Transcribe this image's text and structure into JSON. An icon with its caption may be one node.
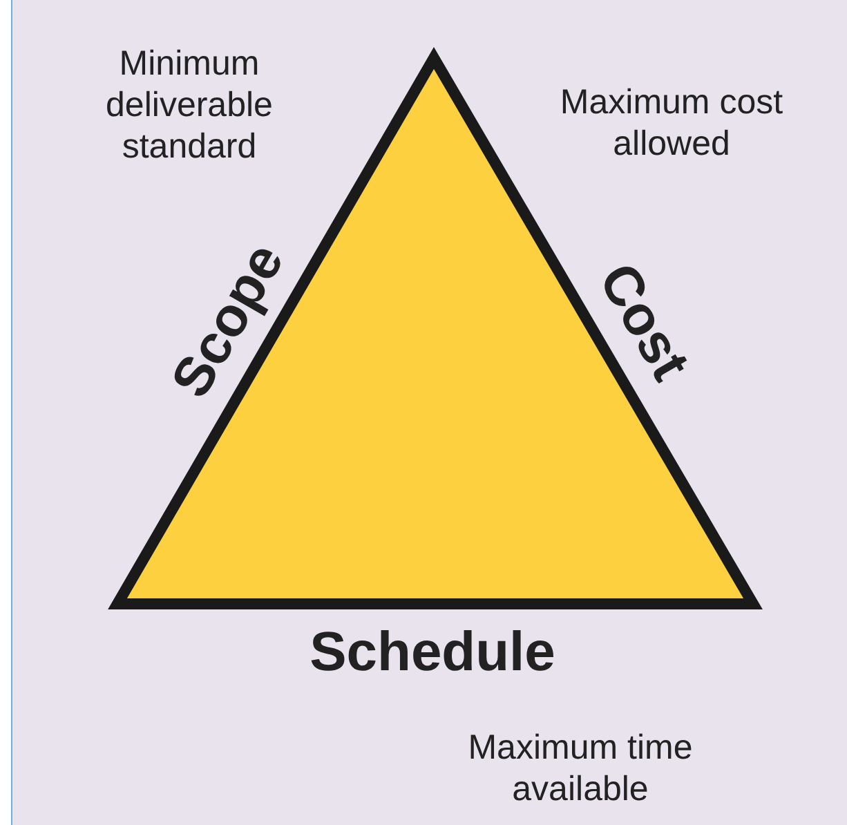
{
  "diagram": {
    "labels": [
      "Minimum deliverable standard",
      "Maximum cost allowed",
      "Scope",
      "Cost",
      "Schedule",
      "Maximum time available"
    ]
  }
}
